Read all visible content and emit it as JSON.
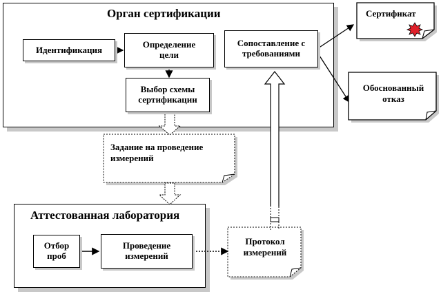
{
  "cert_body": {
    "title": "Орган сертификации",
    "identification": "Идентификация",
    "goal_line1": "Определение",
    "goal_line2": "цели",
    "scheme_line1": "Выбор схемы",
    "scheme_line2": "сертификации",
    "compare_line1": "Сопоставление с",
    "compare_line2": "требованиями"
  },
  "outputs": {
    "certificate": "Сертификат",
    "refusal_line1": "Обоснованный",
    "refusal_line2": "отказ"
  },
  "task": {
    "line1": "Задание на проведение",
    "line2": "измерений"
  },
  "lab": {
    "title": "Аттестованная лаборатория",
    "sampling_line1": "Отбор",
    "sampling_line2": "проб",
    "measuring_line1": "Проведение",
    "measuring_line2": "измерений"
  },
  "protocol": {
    "line1": "Протокол",
    "line2": "измерений"
  },
  "colors": {
    "seal": "#e0202a",
    "shadow": "#c8c8c8",
    "line": "#000000"
  }
}
